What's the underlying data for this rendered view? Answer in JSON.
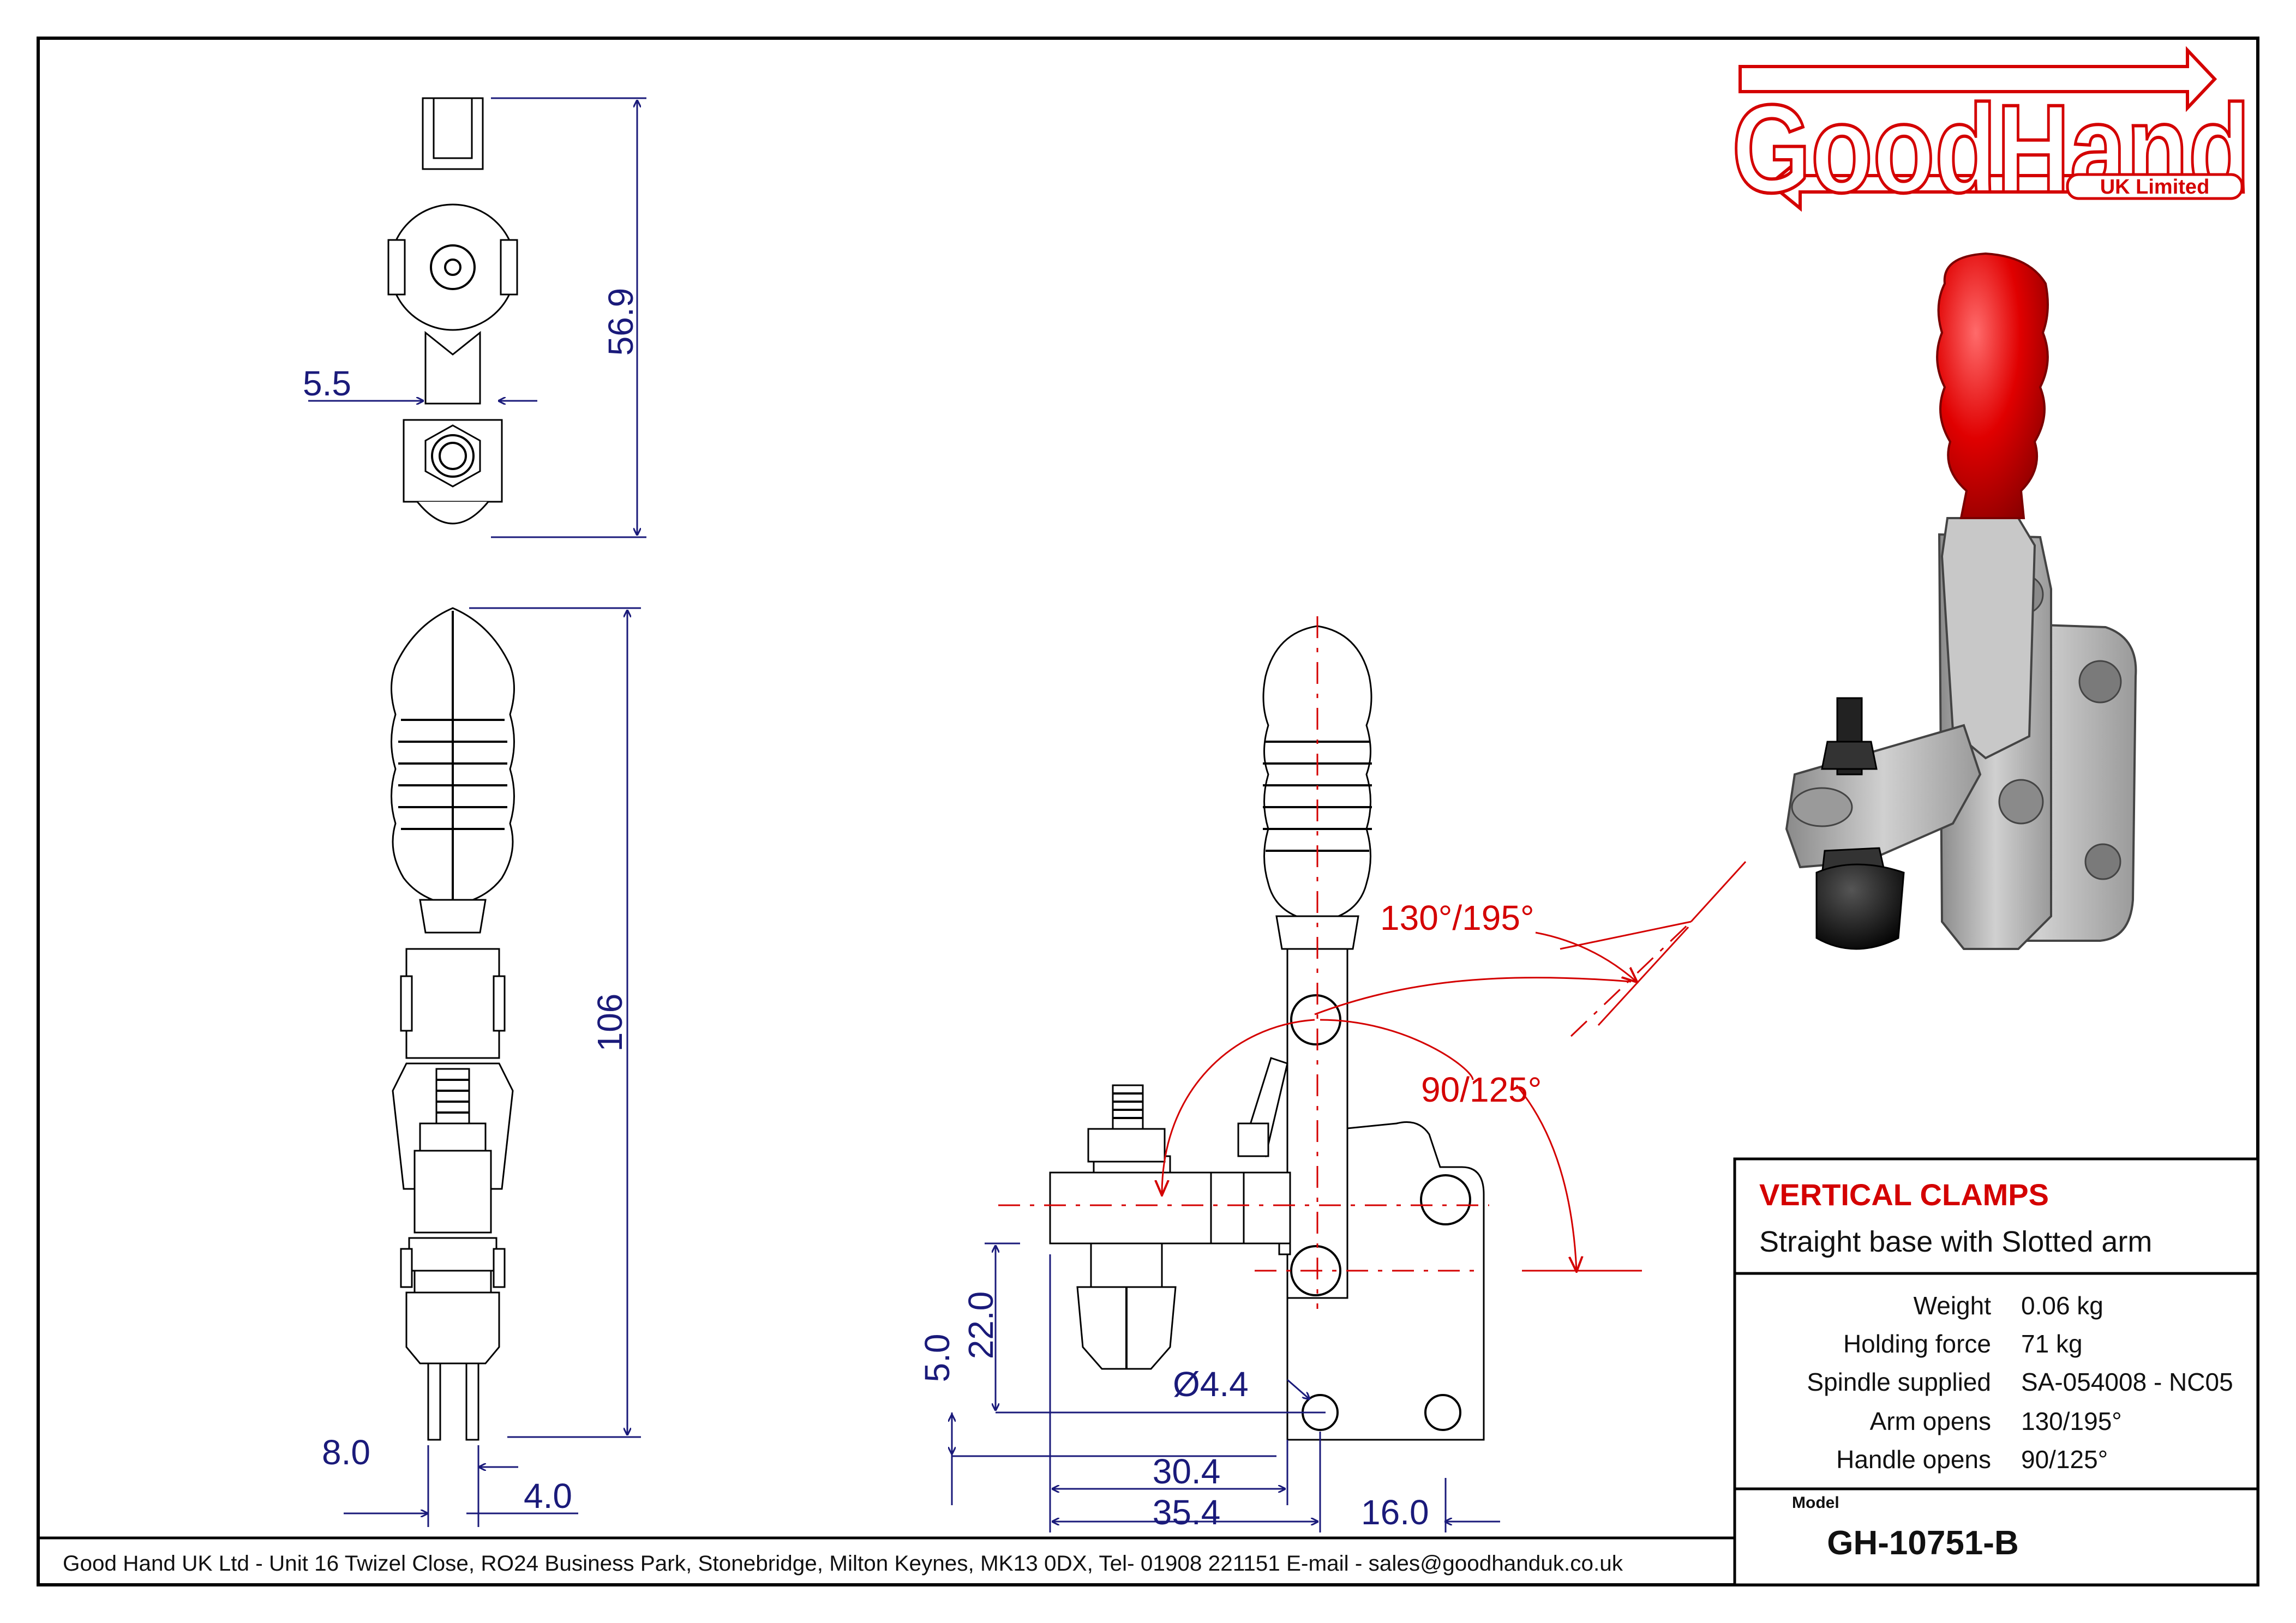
{
  "company": {
    "logo_text": "GoodHand",
    "logo_subtext": "UK Limited"
  },
  "title_block": {
    "title": "VERTICAL CLAMPS",
    "subtitle": "Straight base with Slotted arm",
    "specs": [
      {
        "label": "Weight",
        "value": "0.06 kg"
      },
      {
        "label": "Holding force",
        "value": "71 kg"
      },
      {
        "label": "Spindle supplied",
        "value": "SA-054008 - NC05"
      },
      {
        "label": "Arm opens",
        "value": "130/195°"
      },
      {
        "label": "Handle opens",
        "value": "90/125°"
      }
    ],
    "model_label": "Model",
    "model": "GH-10751-B"
  },
  "footer": {
    "address": "Good Hand UK Ltd  - Unit 16 Twizel Close, RO24 Business Park, Stonebridge, Milton Keynes, MK13 0DX,  Tel- 01908 221151  E-mail - sales@goodhanduk.co.uk"
  },
  "dimensions": {
    "top_height": "56.9",
    "top_width": "5.5",
    "front_height": "106",
    "front_width_left": "8.0",
    "front_width_right": "4.0",
    "side_22": "22.0",
    "side_5": "5.0",
    "side_hole": "Ø4.4",
    "side_30": "30.4",
    "side_35": "35.4",
    "side_16": "16.0"
  },
  "angles": {
    "arm_opens": "130°/195°",
    "handle_opens": "90/125°"
  },
  "colors": {
    "accent_red": "#d40000",
    "dimension_blue": "#1a1a7a",
    "handle_red": "#e00000",
    "body_grey": "#b9b9b9"
  }
}
